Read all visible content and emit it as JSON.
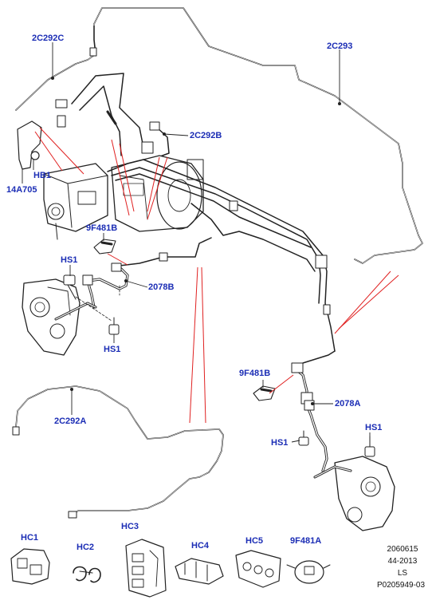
{
  "diagram": {
    "callouts": {
      "c2c292c": "2C292C",
      "c2c293": "2C293",
      "c2c292b": "2C292B",
      "hb1": "HB1",
      "c14a705": "14A705",
      "c9f481b_top": "9F481B",
      "hs1_left": "HS1",
      "c2078b": "2078B",
      "hs1_left_bottom": "HS1",
      "c9f481b_right": "9F481B",
      "c2078a": "2078A",
      "c2c292a": "2C292A",
      "hs1_right_top": "HS1",
      "hs1_right_mid": "HS1"
    },
    "clips": {
      "hc1": "HC1",
      "hc2": "HC2",
      "hc3": "HC3",
      "hc4": "HC4",
      "hc5": "HC5",
      "c9f481a": "9F481A"
    },
    "footer": {
      "line1": "2060615",
      "line2": "44-2013",
      "line3": "LS",
      "line4": "P0205949-03"
    }
  }
}
